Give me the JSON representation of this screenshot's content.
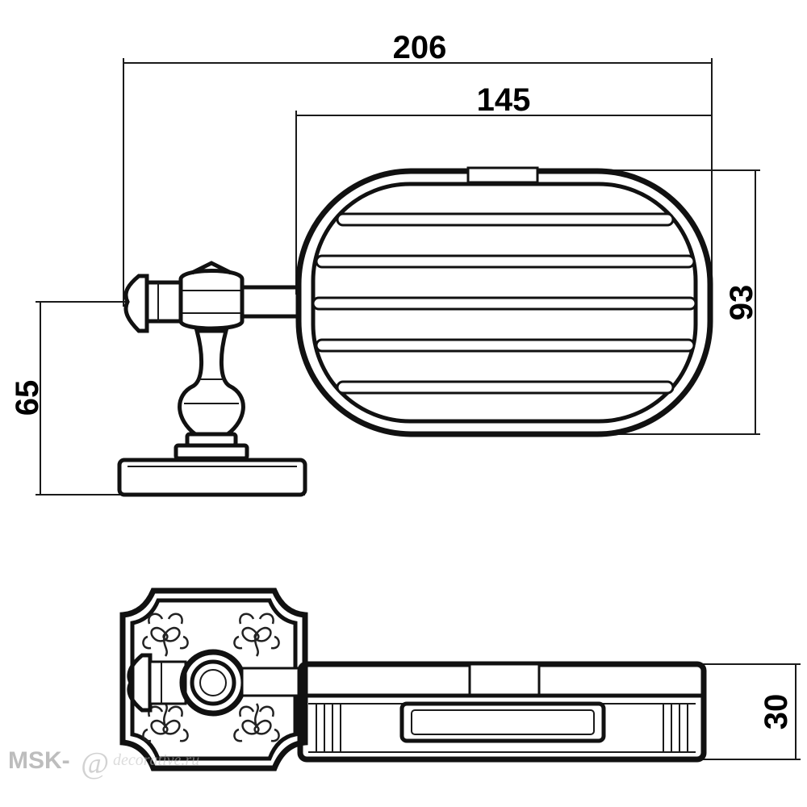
{
  "dimensions": {
    "overall_width": "206",
    "basket_width": "145",
    "basket_depth": "93",
    "height": "65",
    "thickness": "30"
  },
  "watermark": {
    "prefix": "MSK-",
    "mark": "@",
    "suffix": "decorative.ru"
  }
}
